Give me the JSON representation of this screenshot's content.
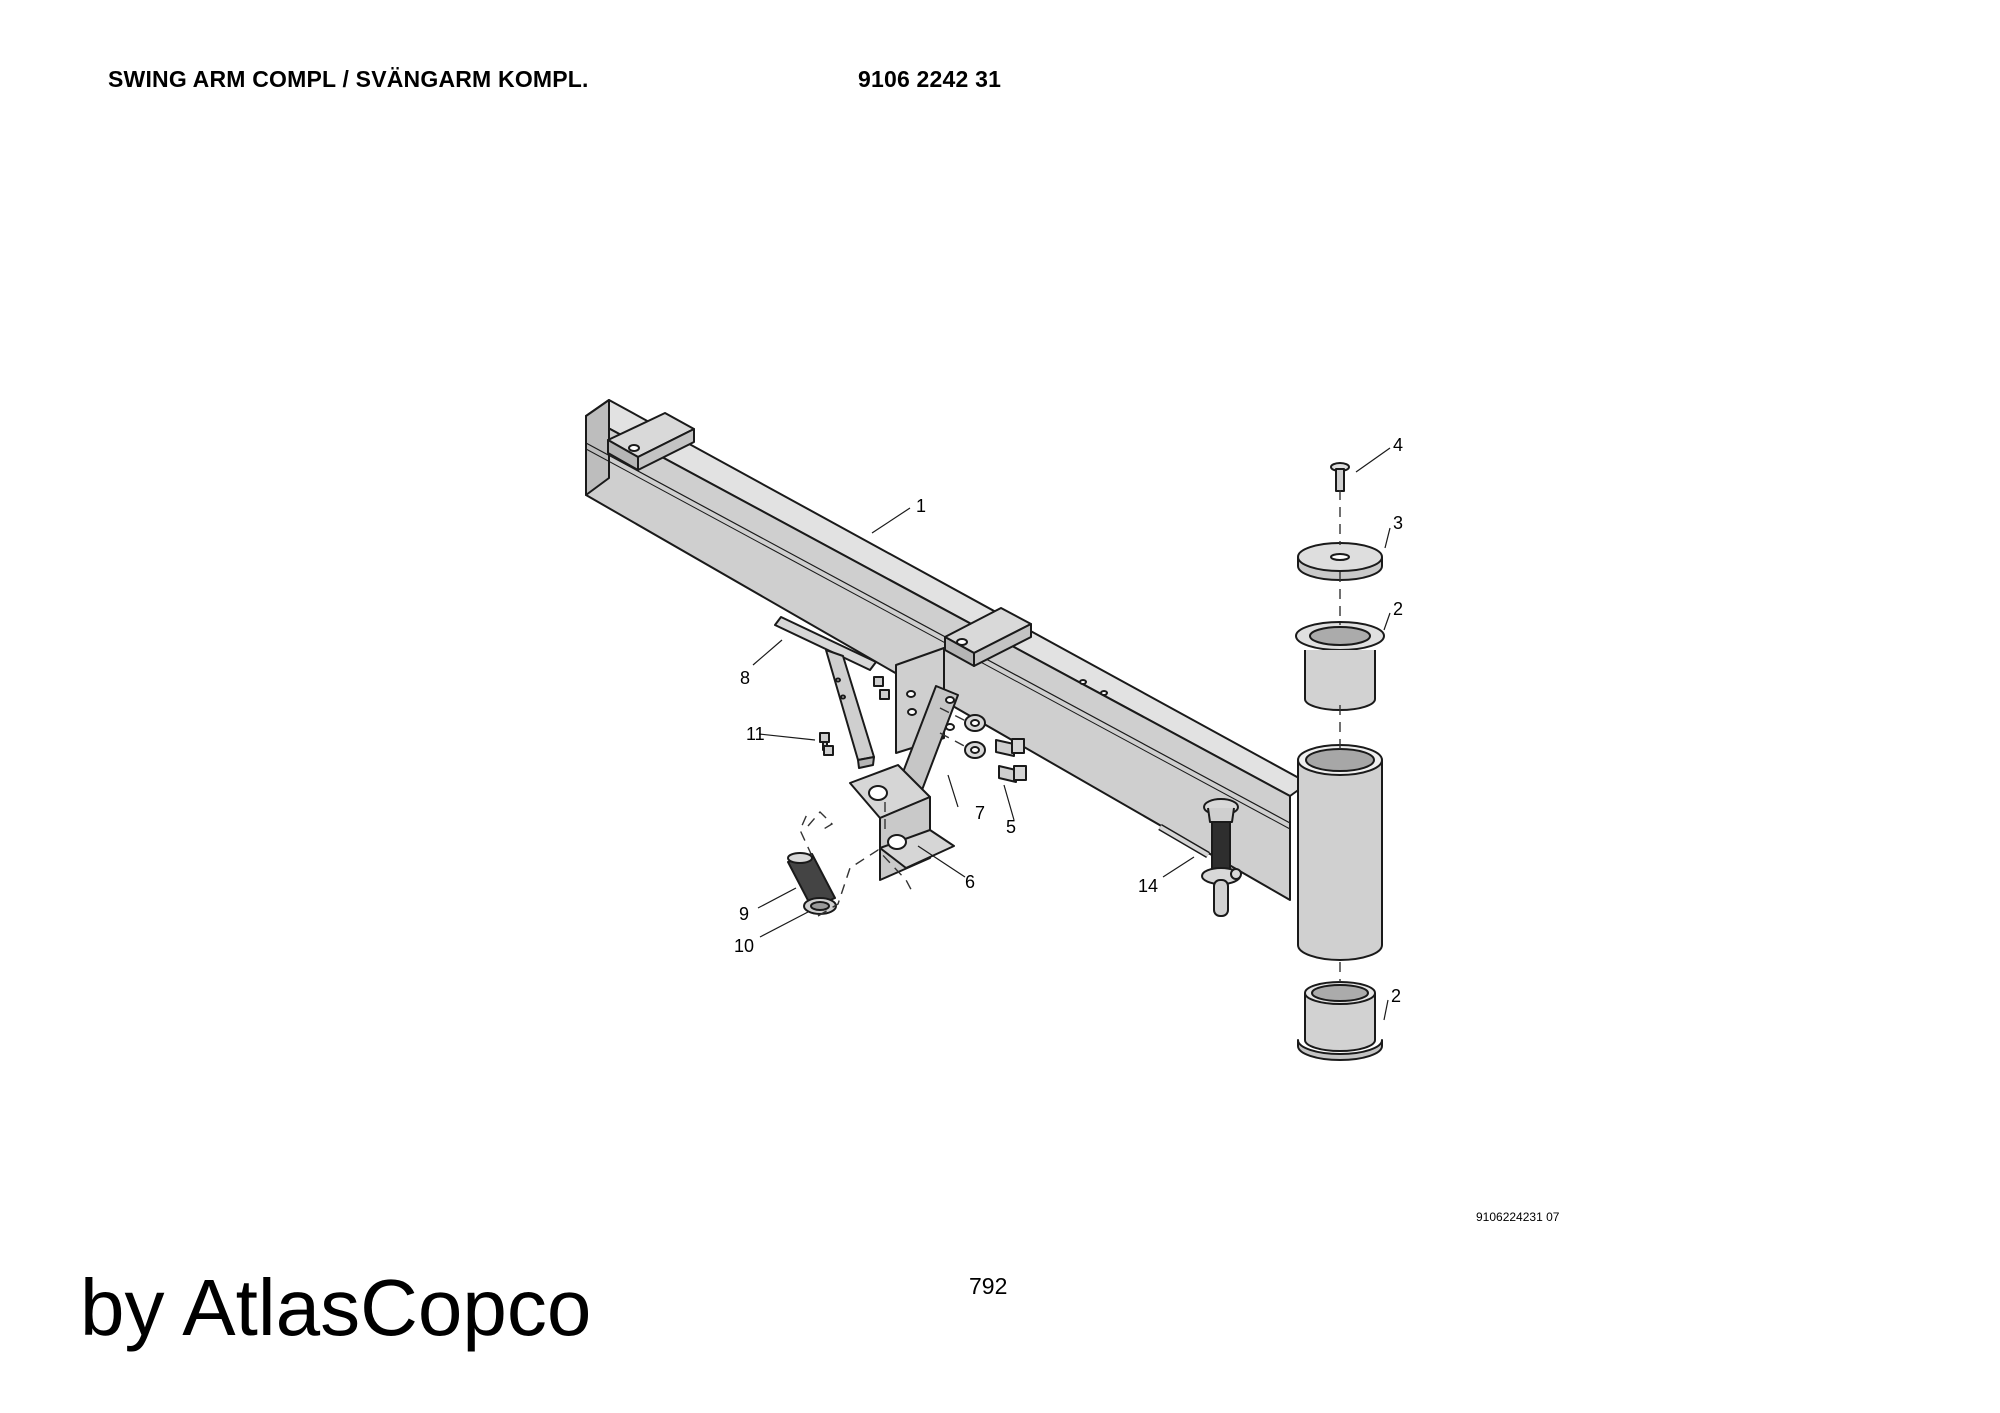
{
  "header": {
    "title": "SWING ARM COMPL / SVÄNGARM KOMPL.",
    "part_number": "9106 2242 31"
  },
  "callouts": {
    "c1": "1",
    "c2a": "2",
    "c2b": "2",
    "c3": "3",
    "c4": "4",
    "c5": "5",
    "c6": "6",
    "c7": "7",
    "c8": "8",
    "c9": "9",
    "c10": "10",
    "c11": "11",
    "c14": "14"
  },
  "footer": {
    "drawing_ref": "9106224231 07",
    "page_number": "792",
    "brand": "by AtlasCopco"
  },
  "colors": {
    "part_fill": "#cfcfcf",
    "part_dark": "#a9a9a9",
    "outline": "#1a1a1a"
  }
}
